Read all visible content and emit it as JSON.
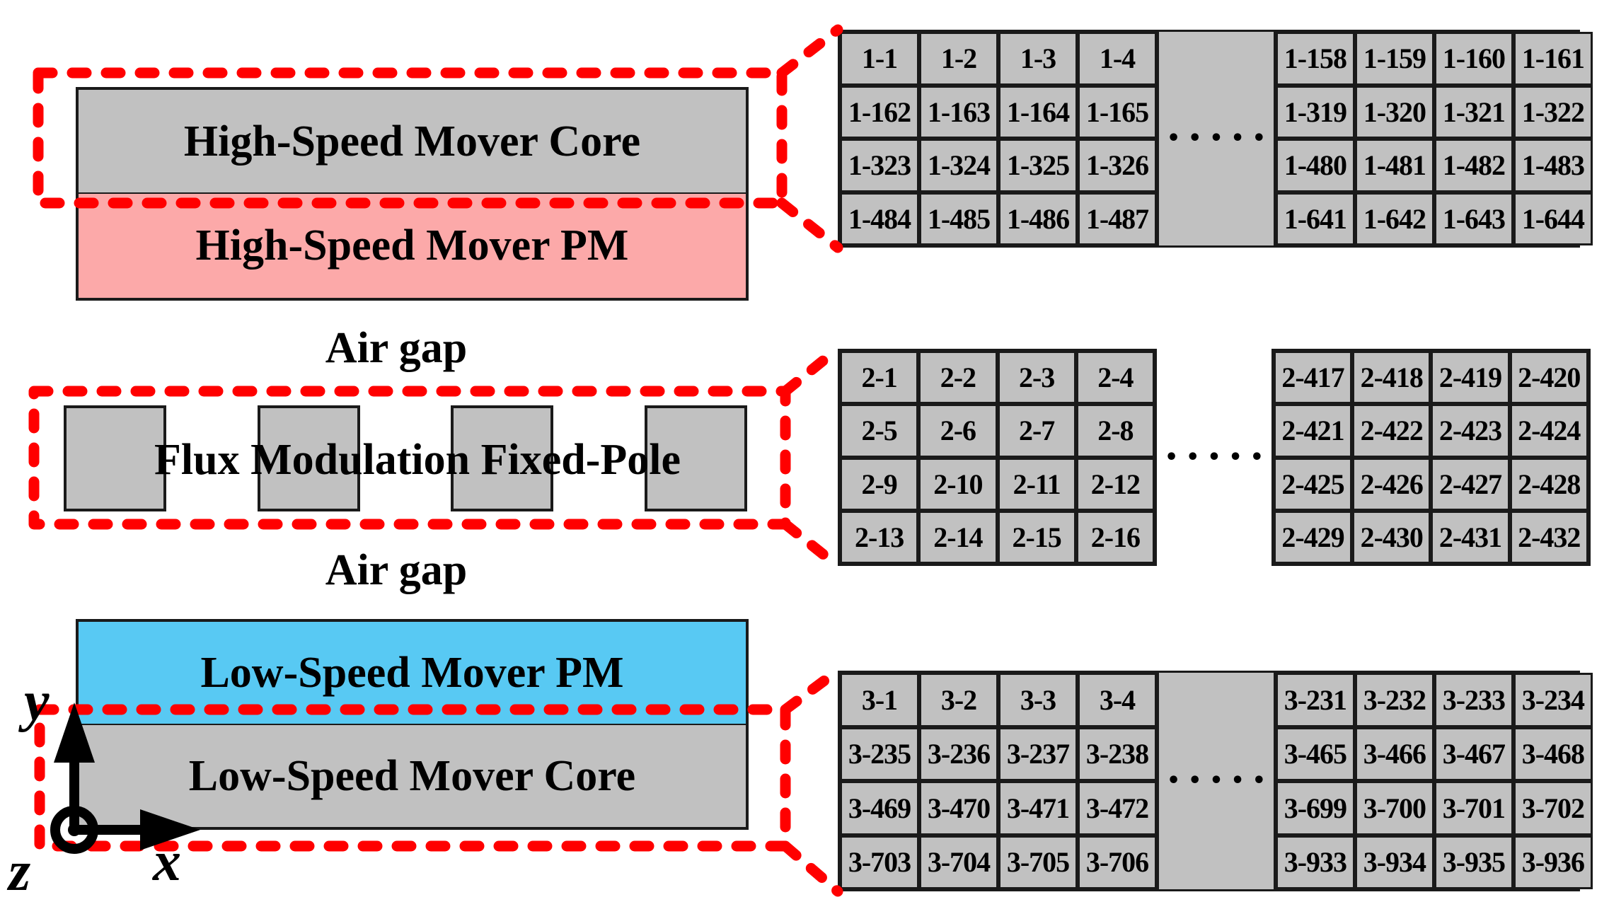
{
  "colors": {
    "gray": "#C1C1C1",
    "pink": "#FCA9A9",
    "blue": "#58C9F3",
    "red": "#FF0000",
    "ink": "#1A1A1A"
  },
  "labels": {
    "hs_core": "High-Speed Mover Core",
    "hs_pm": "High-Speed Mover PM",
    "air_gap_top": "Air gap",
    "flux_pole": "Flux Modulation Fixed-Pole",
    "air_gap_bottom": "Air gap",
    "ls_pm": "Low-Speed Mover PM",
    "ls_core": "Low-Speed Mover Core"
  },
  "axes": {
    "x": "x",
    "y": "y",
    "z": "z"
  },
  "grids": [
    {
      "name": "high-speed-mover-mesh",
      "gap": "gray",
      "dots": "•••••",
      "rows": [
        {
          "left": [
            "1-1",
            "1-2",
            "1-3",
            "1-4"
          ],
          "right": [
            "1-158",
            "1-159",
            "1-160",
            "1-161"
          ]
        },
        {
          "left": [
            "1-162",
            "1-163",
            "1-164",
            "1-165"
          ],
          "right": [
            "1-319",
            "1-320",
            "1-321",
            "1-322"
          ]
        },
        {
          "left": [
            "1-323",
            "1-324",
            "1-325",
            "1-326"
          ],
          "right": [
            "1-480",
            "1-481",
            "1-482",
            "1-483"
          ]
        },
        {
          "left": [
            "1-484",
            "1-485",
            "1-486",
            "1-487"
          ],
          "right": [
            "1-641",
            "1-642",
            "1-643",
            "1-644"
          ]
        }
      ]
    },
    {
      "name": "flux-modulation-pole-mesh",
      "gap": "white",
      "dots": "•••••",
      "rows": [
        {
          "left": [
            "2-1",
            "2-2",
            "2-3",
            "2-4"
          ],
          "right": [
            "2-417",
            "2-418",
            "2-419",
            "2-420"
          ]
        },
        {
          "left": [
            "2-5",
            "2-6",
            "2-7",
            "2-8"
          ],
          "right": [
            "2-421",
            "2-422",
            "2-423",
            "2-424"
          ]
        },
        {
          "left": [
            "2-9",
            "2-10",
            "2-11",
            "2-12"
          ],
          "right": [
            "2-425",
            "2-426",
            "2-427",
            "2-428"
          ]
        },
        {
          "left": [
            "2-13",
            "2-14",
            "2-15",
            "2-16"
          ],
          "right": [
            "2-429",
            "2-430",
            "2-431",
            "2-432"
          ]
        }
      ]
    },
    {
      "name": "low-speed-mover-mesh",
      "gap": "gray",
      "dots": "•••••",
      "rows": [
        {
          "left": [
            "3-1",
            "3-2",
            "3-3",
            "3-4"
          ],
          "right": [
            "3-231",
            "3-232",
            "3-233",
            "3-234"
          ]
        },
        {
          "left": [
            "3-235",
            "3-236",
            "3-237",
            "3-238"
          ],
          "right": [
            "3-465",
            "3-466",
            "3-467",
            "3-468"
          ]
        },
        {
          "left": [
            "3-469",
            "3-470",
            "3-471",
            "3-472"
          ],
          "right": [
            "3-699",
            "3-700",
            "3-701",
            "3-702"
          ]
        },
        {
          "left": [
            "3-703",
            "3-704",
            "3-705",
            "3-706"
          ],
          "right": [
            "3-933",
            "3-934",
            "3-935",
            "3-936"
          ]
        }
      ]
    }
  ]
}
